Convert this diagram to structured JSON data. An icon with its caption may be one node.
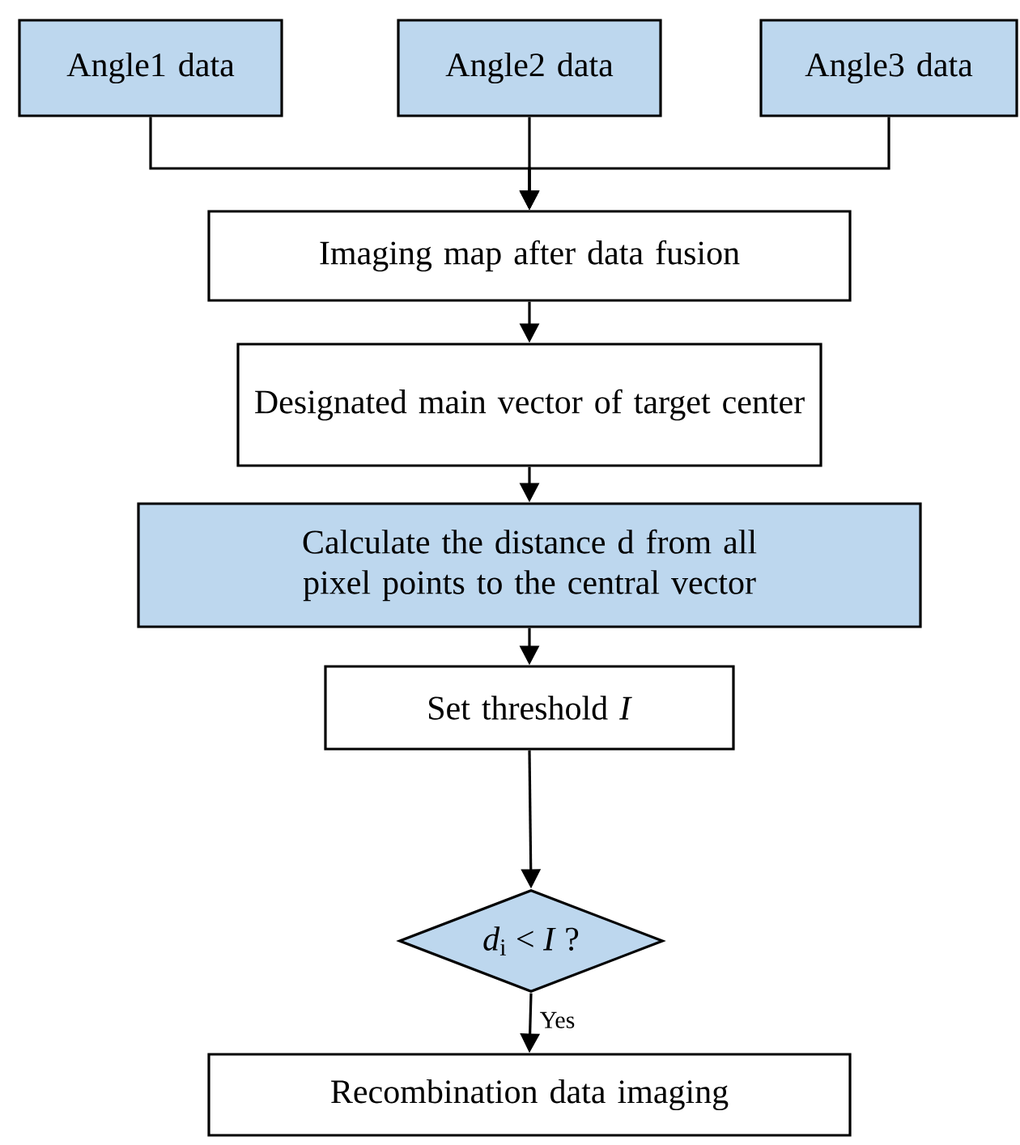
{
  "diagram": {
    "nodes": [
      {
        "text": [
          "Angle1 data"
        ]
      },
      {
        "text": [
          "Angle2 data"
        ]
      },
      {
        "text": [
          "Angle3 data"
        ]
      },
      {
        "text": [
          "Imaging map after data fusion"
        ]
      },
      {
        "text": [
          "Designated main vector of target center"
        ]
      },
      {
        "text": [
          "Calculate the distance d from all pixel points to the central vector"
        ]
      },
      {
        "text": [
          "Set threshold *I*"
        ]
      },
      {
        "text": [
          "*d*$_{i}$ < *I* ?"
        ]
      },
      {
        "text": [
          "Recombination data imaging"
        ]
      }
    ],
    "edges": [
      {
        "from": 0,
        "to": 3,
        "arrow": "to"
      },
      {
        "from": 1,
        "to": 3,
        "arrow": "to"
      },
      {
        "from": 2,
        "to": 3,
        "arrow": "to"
      },
      {
        "from": 3,
        "to": 4,
        "arrow": "to"
      },
      {
        "from": 4,
        "to": 5,
        "arrow": "to"
      },
      {
        "from": 5,
        "to": 6,
        "arrow": "to"
      },
      {
        "from": 6,
        "to": 7,
        "arrow": "to"
      },
      {
        "from": 7,
        "to": 8,
        "arrow": "to",
        "label": "Yes"
      }
    ]
  }
}
